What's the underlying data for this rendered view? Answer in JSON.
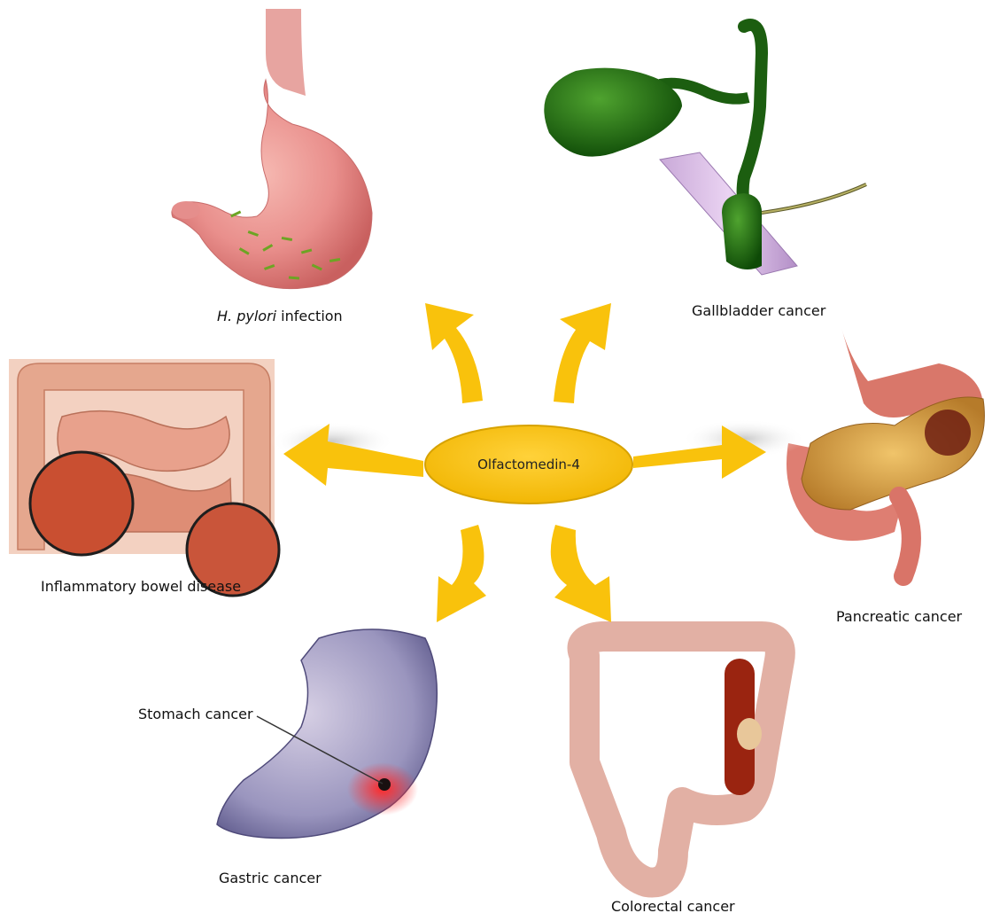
{
  "center": {
    "label": "Olfactomedin-4"
  },
  "nodes": {
    "hpylori": {
      "prefix": "H. pylori",
      "suffix": " infection"
    },
    "gallbladder": {
      "label": "Gallbladder cancer"
    },
    "ibd": {
      "label": "Inflammatory bowel disease"
    },
    "pancreatic": {
      "label": "Pancreatic cancer"
    },
    "gastric": {
      "label": "Gastric cancer",
      "callout": "Stomach cancer"
    },
    "colorectal": {
      "label": "Colorectal cancer"
    }
  },
  "colors": {
    "hub_fill": "#F7C10A",
    "hub_stroke": "#C89400",
    "arrow": "#F9C20C",
    "stomach_pink": "#E9908F",
    "gallbladder_green": "#1F6B12",
    "intestine_orange": "#C9553A",
    "pancreas_yellow": "#D9A24A",
    "colon_pink": "#E2B0A4",
    "gastric_purple": "#8C87B2"
  },
  "icons": [
    "stomach-hpylori-illustration",
    "gallbladder-illustration",
    "intestine-illustration",
    "pancreas-illustration",
    "stomach-cancer-illustration",
    "colon-illustration"
  ]
}
